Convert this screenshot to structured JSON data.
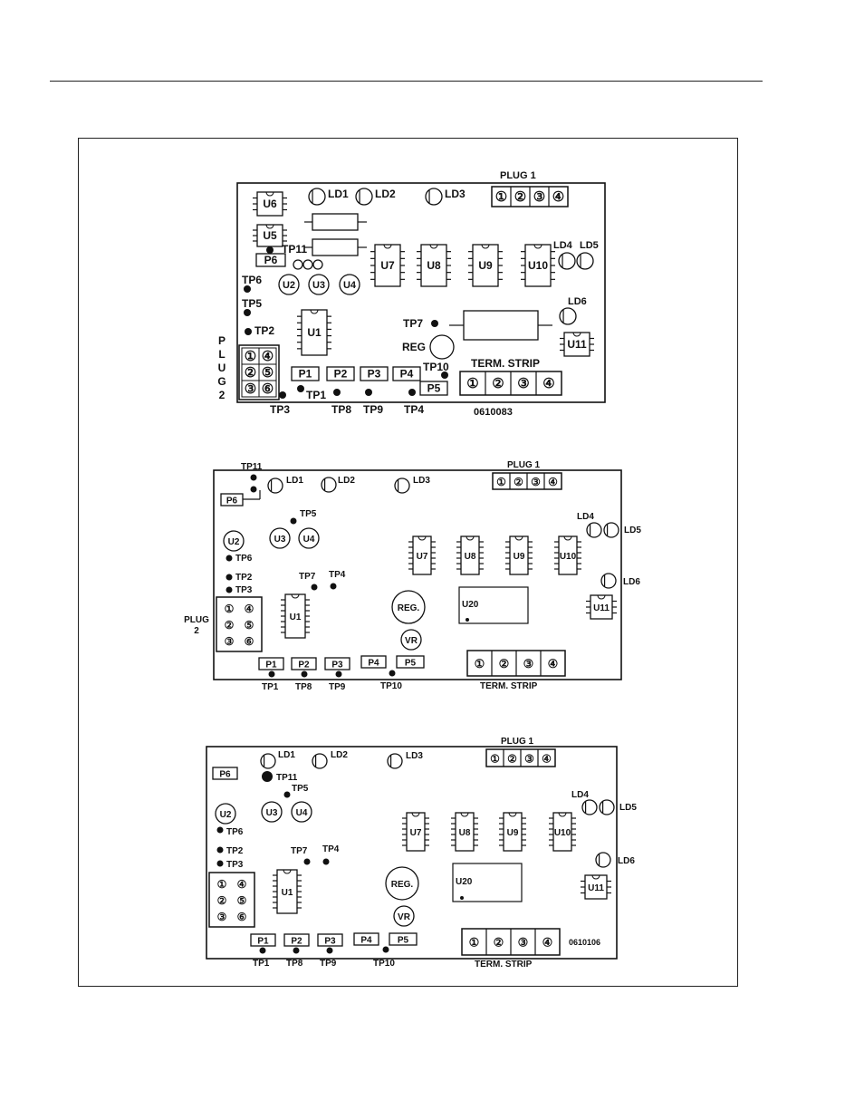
{
  "boards": [
    {
      "plug1": "PLUG 1",
      "plug2": [
        "P",
        "L",
        "U",
        "G",
        "2"
      ],
      "leds": [
        "LD1",
        "LD2",
        "LD3",
        "LD4",
        "LD5",
        "LD6"
      ],
      "chips": [
        "U6",
        "U5",
        "U7",
        "U8",
        "U9",
        "U10",
        "U1",
        "U11"
      ],
      "round_parts": [
        "U2",
        "U3",
        "U4"
      ],
      "reg": "REG",
      "ports": [
        "P1",
        "P2",
        "P3",
        "P4",
        "P5",
        "P6"
      ],
      "test_points": [
        "TP1",
        "TP2",
        "TP3",
        "TP4",
        "TP5",
        "TP6",
        "TP7",
        "TP8",
        "TP9",
        "TP10",
        "TP11"
      ],
      "term_strip": "TERM. STRIP",
      "pins4": [
        "①",
        "②",
        "③",
        "④"
      ],
      "pins6": [
        "①",
        "④",
        "②",
        "⑤",
        "③",
        "⑥"
      ],
      "part_number": "0610083"
    },
    {
      "plug1": "PLUG 1",
      "plug2": "PLUG\n2",
      "leds": [
        "LD1",
        "LD2",
        "LD3",
        "LD4",
        "LD5",
        "LD6"
      ],
      "chips": [
        "U7",
        "U8",
        "U9",
        "U10",
        "U1",
        "U11",
        "U20"
      ],
      "round_parts": [
        "U2",
        "U3",
        "U4"
      ],
      "reg": "REG.",
      "vr": "VR",
      "ports": [
        "P1",
        "P2",
        "P3",
        "P4",
        "P5",
        "P6"
      ],
      "test_points": [
        "TP1",
        "TP2",
        "TP3",
        "TP4",
        "TP5",
        "TP6",
        "TP7",
        "TP8",
        "TP9",
        "TP10",
        "TP11"
      ],
      "term_strip": "TERM. STRIP",
      "pins4": [
        "①",
        "②",
        "③",
        "④"
      ],
      "pins6": [
        "①",
        "④",
        "②",
        "⑤",
        "③",
        "⑥"
      ]
    },
    {
      "plug1": "PLUG 1",
      "leds": [
        "LD1",
        "LD2",
        "LD3",
        "LD4",
        "LD5",
        "LD6"
      ],
      "chips": [
        "U7",
        "U8",
        "U9",
        "U10",
        "U1",
        "U11",
        "U20"
      ],
      "round_parts": [
        "U2",
        "U3",
        "U4"
      ],
      "reg": "REG.",
      "vr": "VR",
      "ports": [
        "P1",
        "P2",
        "P3",
        "P4",
        "P5",
        "P6"
      ],
      "test_points": [
        "TP1",
        "TP2",
        "TP3",
        "TP5",
        "TP6",
        "TP7",
        "TP4",
        "TP8",
        "TP9",
        "TP10",
        "TP11"
      ],
      "term_strip": "TERM. STRIP",
      "pins4": [
        "①",
        "②",
        "③",
        "④"
      ],
      "pins6": [
        "①",
        "④",
        "②",
        "⑤",
        "③",
        "⑥"
      ],
      "part_number": "0610106"
    }
  ]
}
